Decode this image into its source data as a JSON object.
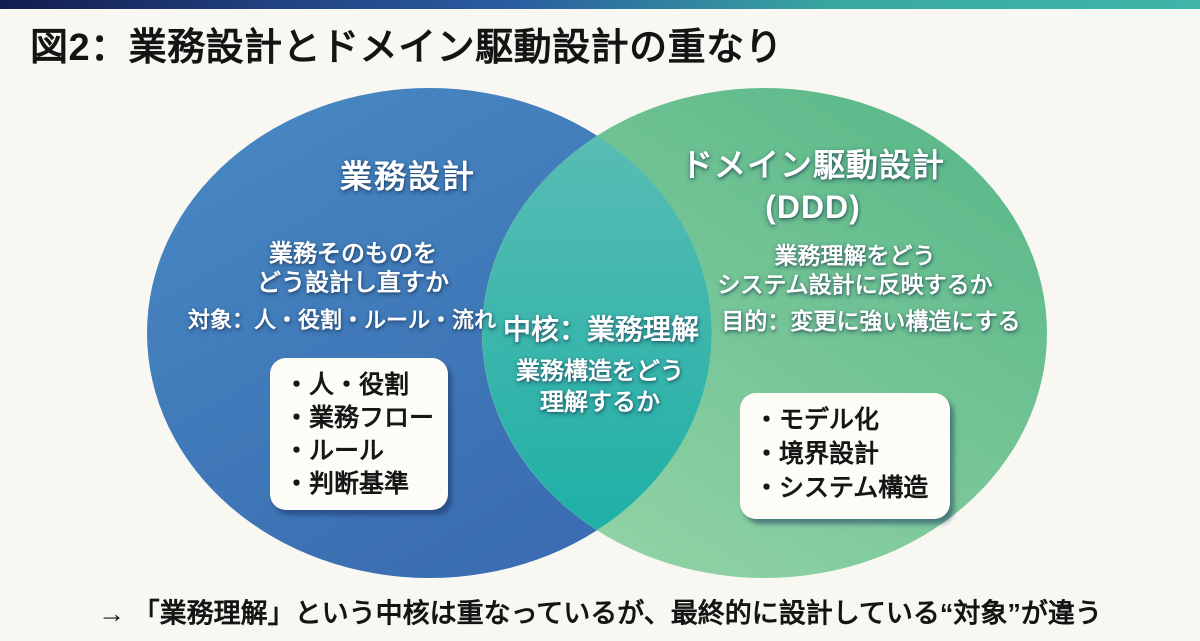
{
  "title": "図2：業務設計とドメイン駆動設計の重なり",
  "left_circle": {
    "title": "業務設計",
    "description": "業務そのものを\nどう設計し直すか",
    "scope_line": "対象：人・役割・ルール・流れ",
    "box_items": [
      "・人・役割",
      "・業務フロー",
      "・ルール",
      "・判断基準"
    ]
  },
  "overlap": {
    "title": "中核：業務理解",
    "description": "業務構造をどう\n理解するか"
  },
  "right_circle": {
    "title": "ドメイン駆動設計\n(DDD)",
    "description": "業務理解をどう\nシステム設計に反映するか",
    "purpose_line": "目的：変更に強い構造にする",
    "box_items": [
      "・モデル化",
      "・境界設計",
      "・システム構造"
    ]
  },
  "footer": "→ 「業務理解」という中核は重なっているが、最終的に設計している“対象”が違う",
  "colors": {
    "background": "#f8f7f1",
    "accent_bar_start": "#131c4f",
    "accent_bar_end": "#3fb5a8",
    "left_circle_top": "#4787c2",
    "left_circle_bottom": "#3a6db1",
    "right_circle_dark": "#58b787",
    "right_circle_light": "#96d5a8",
    "overlap_top": "#58bcb4",
    "overlap_bottom": "#1fb0a6",
    "circle_text": "#ffffff",
    "body_text": "#141414",
    "box_background": "#fdfcf7"
  }
}
